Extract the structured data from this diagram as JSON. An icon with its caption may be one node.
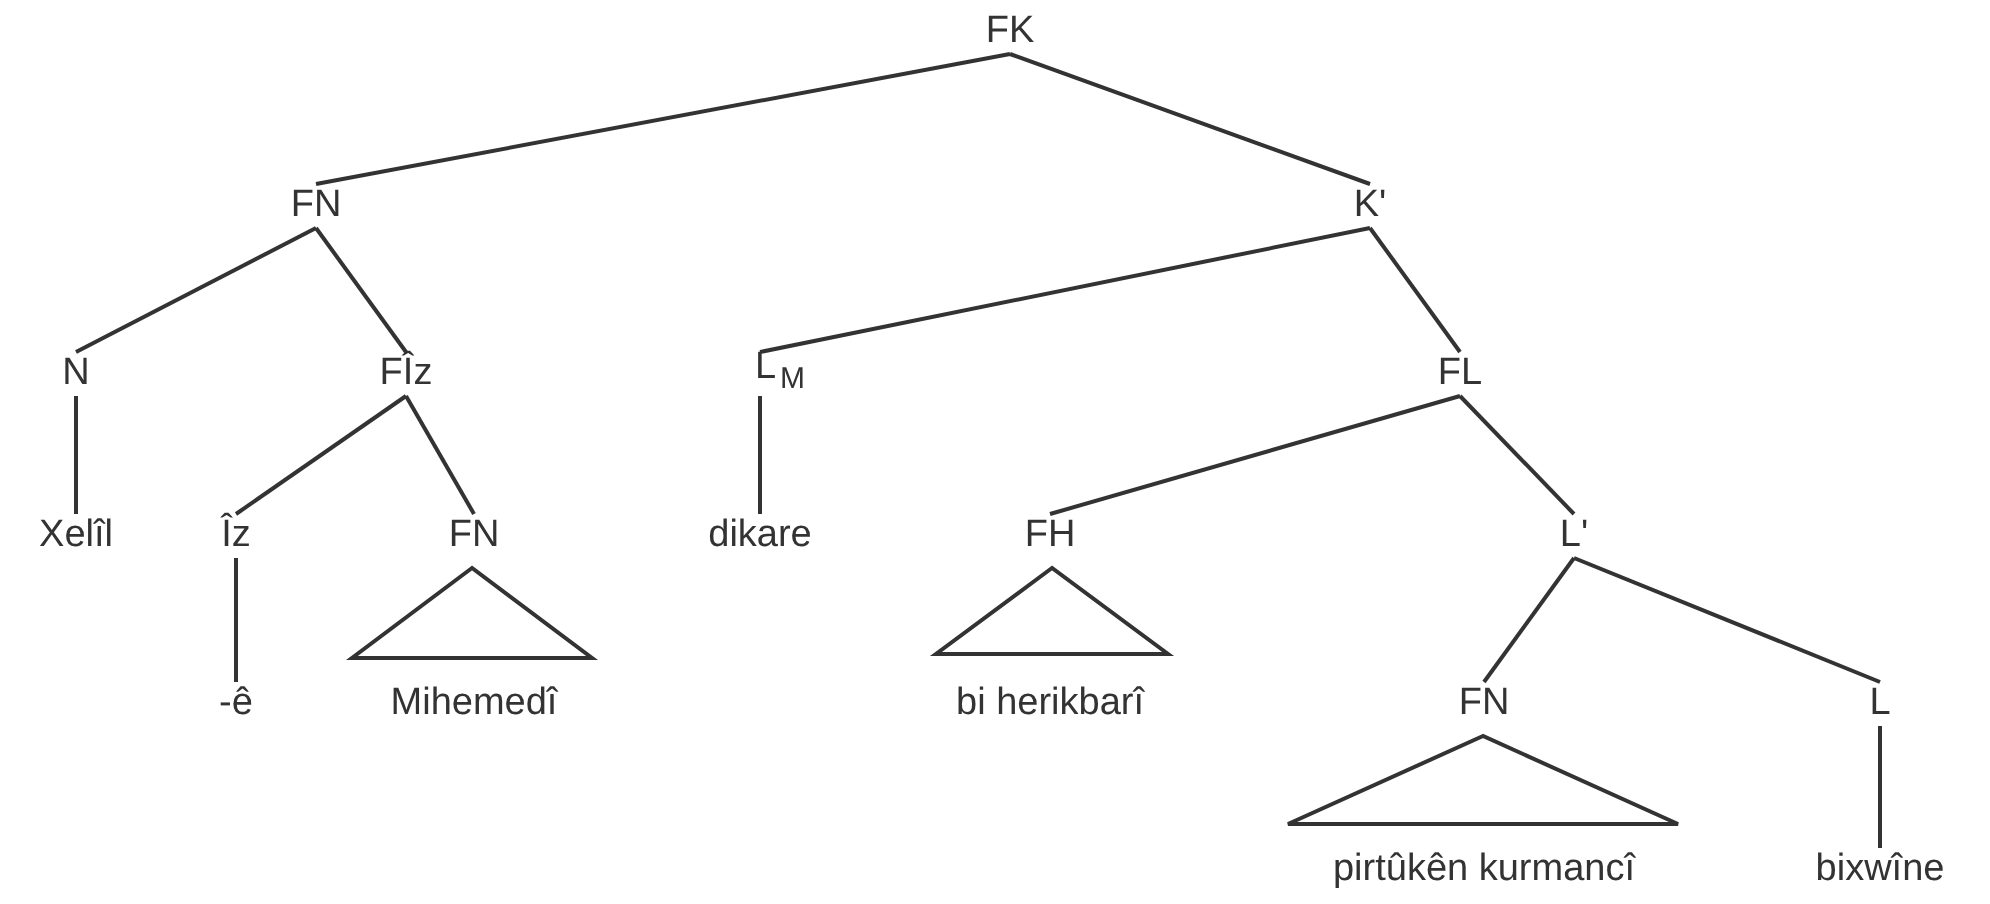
{
  "diagram": {
    "nodes": [
      {
        "text": [
          "FK"
        ]
      },
      {
        "text": [
          "FN"
        ]
      },
      {
        "text": [
          "K'"
        ]
      },
      {
        "text": [
          "N"
        ]
      },
      {
        "text": [
          "FÎz"
        ]
      },
      {
        "text": [
          "L$_{M}$"
        ]
      },
      {
        "text": [
          "FL"
        ]
      },
      {
        "text": [
          "Xelîl"
        ]
      },
      {
        "text": [
          "Îz"
        ]
      },
      {
        "text": [
          "FN"
        ]
      },
      {
        "text": [
          "dikare"
        ]
      },
      {
        "text": [
          "FH"
        ]
      },
      {
        "text": [
          "L'"
        ]
      },
      {
        "text": [
          "-ê"
        ]
      },
      {
        "text": [],
        "shape": "triangle"
      },
      {
        "text": [
          "Mihemedî"
        ]
      },
      {
        "text": [],
        "shape": "triangle"
      },
      {
        "text": [
          "bi herikbarî"
        ]
      },
      {
        "text": [
          "FN"
        ]
      },
      {
        "text": [
          "L"
        ]
      },
      {
        "text": [],
        "shape": "triangle"
      },
      {
        "text": [
          "pirtûkên kurmancî"
        ]
      },
      {
        "text": [
          "bixwîne"
        ]
      }
    ],
    "edges": [
      {
        "from": 0,
        "to": 1,
        "arrow": "none"
      },
      {
        "from": 0,
        "to": 2,
        "arrow": "none"
      },
      {
        "from": 1,
        "to": 3,
        "arrow": "none"
      },
      {
        "from": 1,
        "to": 4,
        "arrow": "none"
      },
      {
        "from": 2,
        "to": 5,
        "arrow": "none"
      },
      {
        "from": 2,
        "to": 6,
        "arrow": "none"
      },
      {
        "from": 3,
        "to": 7,
        "arrow": "none"
      },
      {
        "from": 4,
        "to": 8,
        "arrow": "none"
      },
      {
        "from": 4,
        "to": 9,
        "arrow": "none"
      },
      {
        "from": 5,
        "to": 10,
        "arrow": "none"
      },
      {
        "from": 6,
        "to": 11,
        "arrow": "none"
      },
      {
        "from": 6,
        "to": 12,
        "arrow": "none"
      },
      {
        "from": 8,
        "to": 13,
        "arrow": "none"
      },
      {
        "from": 12,
        "to": 18,
        "arrow": "none"
      },
      {
        "from": 12,
        "to": 19,
        "arrow": "none"
      },
      {
        "from": 19,
        "to": 22,
        "arrow": "none"
      }
    ]
  }
}
